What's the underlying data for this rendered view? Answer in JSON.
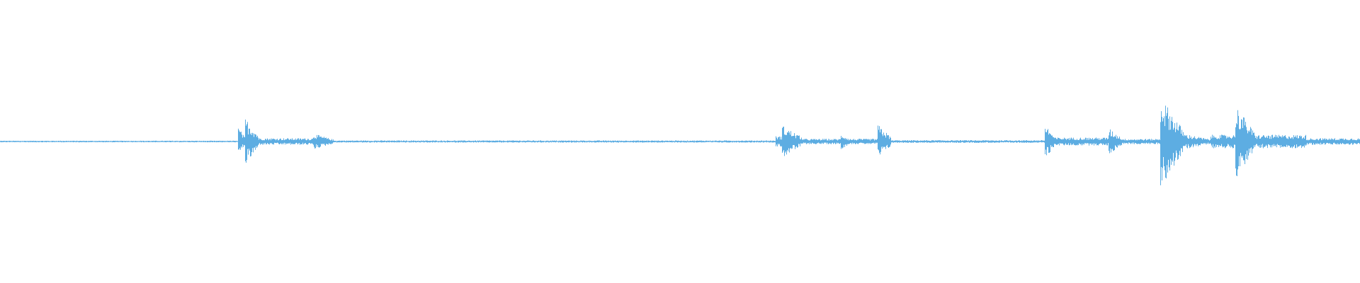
{
  "waveform": {
    "color": "#5dade2",
    "baseline_amplitude": 0.006,
    "segments": [
      {
        "from": 0.0,
        "to": 0.175,
        "level": 0.006
      },
      {
        "from": 0.175,
        "to": 0.18,
        "level": 0.11
      },
      {
        "from": 0.18,
        "to": 0.19,
        "level": 0.18
      },
      {
        "from": 0.19,
        "to": 0.23,
        "level": 0.025
      },
      {
        "from": 0.23,
        "to": 0.245,
        "level": 0.06
      },
      {
        "from": 0.245,
        "to": 0.57,
        "level": 0.008
      },
      {
        "from": 0.57,
        "to": 0.575,
        "level": 0.04
      },
      {
        "from": 0.575,
        "to": 0.59,
        "level": 0.12
      },
      {
        "from": 0.59,
        "to": 0.618,
        "level": 0.02
      },
      {
        "from": 0.618,
        "to": 0.625,
        "level": 0.06
      },
      {
        "from": 0.625,
        "to": 0.645,
        "level": 0.02
      },
      {
        "from": 0.645,
        "to": 0.655,
        "level": 0.13
      },
      {
        "from": 0.655,
        "to": 0.768,
        "level": 0.01
      },
      {
        "from": 0.768,
        "to": 0.775,
        "level": 0.14
      },
      {
        "from": 0.775,
        "to": 0.815,
        "level": 0.03
      },
      {
        "from": 0.815,
        "to": 0.825,
        "level": 0.1
      },
      {
        "from": 0.825,
        "to": 0.853,
        "level": 0.02
      },
      {
        "from": 0.853,
        "to": 0.87,
        "level": 0.34
      },
      {
        "from": 0.87,
        "to": 0.89,
        "level": 0.06
      },
      {
        "from": 0.89,
        "to": 0.908,
        "level": 0.05
      },
      {
        "from": 0.908,
        "to": 0.922,
        "level": 0.28
      },
      {
        "from": 0.922,
        "to": 0.96,
        "level": 0.05
      },
      {
        "from": 0.96,
        "to": 1.0,
        "level": 0.025
      }
    ]
  }
}
